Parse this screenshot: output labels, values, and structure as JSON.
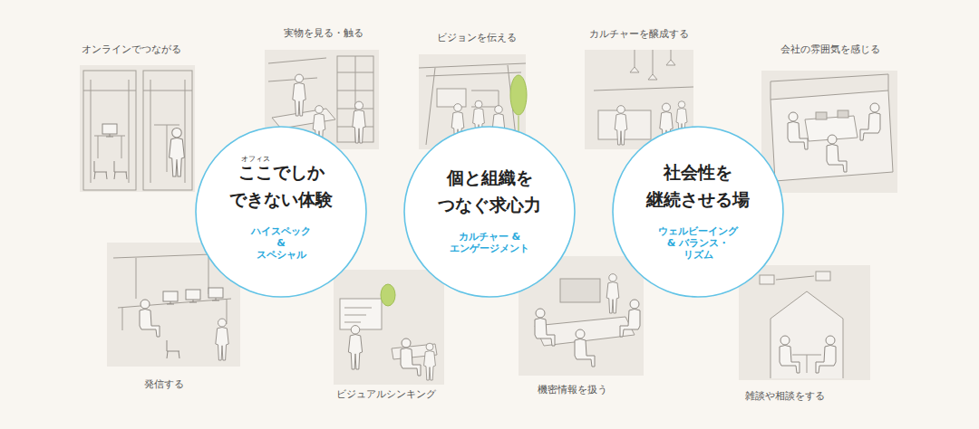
{
  "diagram": {
    "nodes": [
      {
        "text": [
          "オフィス",
          "ここでしか できない体験",
          "ハイスペック & スペシャル"
        ]
      },
      {
        "text": [
          "個と組織を つなぐ求心力",
          "カルチャー & エンゲージメント"
        ]
      },
      {
        "text": [
          "社会性を 継続させる場",
          "ウェルビーイング & バランス・リズム"
        ]
      }
    ],
    "labels": [
      "オンラインでつながる",
      "実物を見る・触る",
      "ビジョンを伝える",
      "カルチャーを醸成する",
      "会社の雰囲気を感じる",
      "発信する",
      "ビジュアルシンキング",
      "機密情報を扱う",
      "雑談や相談をする"
    ]
  }
}
